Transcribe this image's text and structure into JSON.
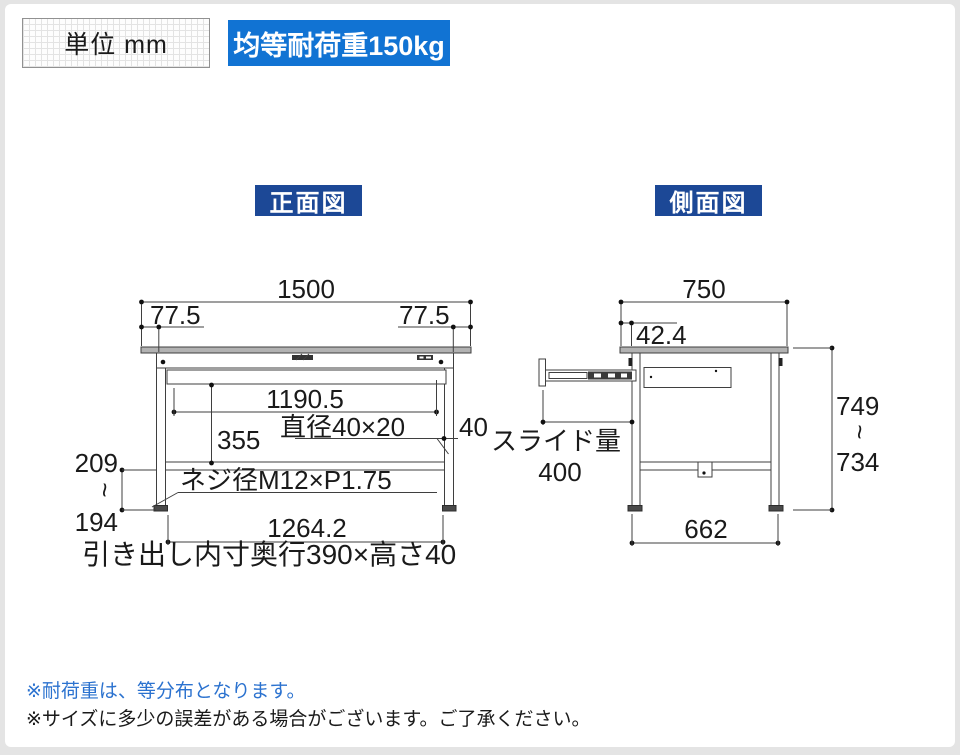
{
  "page": {
    "unit_label": "単位 mm",
    "load_badge": "均等耐荷重150kg"
  },
  "front_view": {
    "title": "正面図",
    "total_width": "1500",
    "overhang_left": "77.5",
    "overhang_right": "77.5",
    "inner_top_width": "1190.5",
    "pipe_spec": "直径40×20",
    "leg_width": "40",
    "shelf_clearance": "355",
    "adjuster_height_max": "209",
    "adjuster_tilde": "~",
    "adjuster_height_min": "194",
    "screw_spec": "ネジ径M12×P1.75",
    "leg_span": "1264.2",
    "drawer_inner_note": "引き出し内寸奥行390×高さ40"
  },
  "side_view": {
    "title": "側面図",
    "depth": "750",
    "front_overhang": "42.4",
    "slide_label": "スライド量",
    "slide_amount": "400",
    "height_max": "749",
    "height_tilde": "~",
    "height_min": "734",
    "leg_span": "662"
  },
  "footnotes": {
    "load_note": "※耐荷重は、等分布となります。",
    "size_note": "※サイズに多少の誤差がある場合がございます。ご了承ください。"
  },
  "colors": {
    "badge_blue": "#1173d3",
    "title_navy": "#1c4896",
    "note_blue": "#2b72cf",
    "line_gray": "#3f3f3f",
    "tabletop_gray": "#b2b2b2"
  }
}
